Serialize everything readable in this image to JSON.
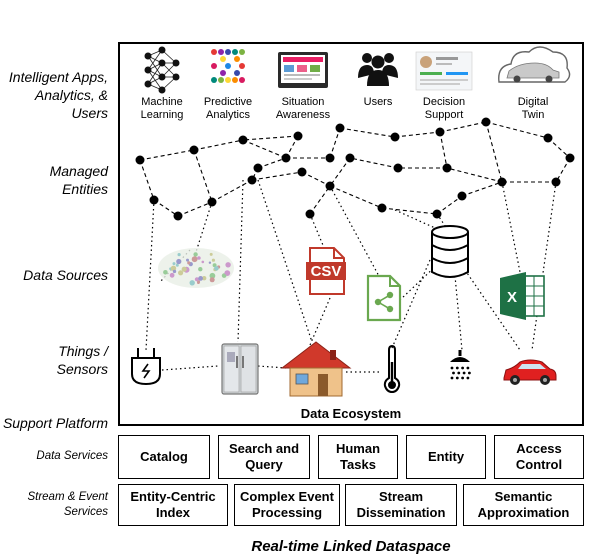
{
  "layers": {
    "apps": "Intelligent Apps, Analytics, & Users",
    "apps_line1": "Intelligent Apps,",
    "apps_line2": "Analytics, & Users",
    "entities_line1": "Managed",
    "entities_line2": "Entities",
    "sources": "Data Sources",
    "things_line1": "Things /",
    "things_line2": "Sensors",
    "support": "Support Platform",
    "data_services": "Data Services",
    "stream_line1": "Stream & Event",
    "stream_line2": "Services"
  },
  "apps": [
    {
      "line1": "Machine",
      "line2": "Learning",
      "icon": "neural-network-icon"
    },
    {
      "line1": "Predictive",
      "line2": "Analytics",
      "icon": "analytics-cube-icon"
    },
    {
      "line1": "Situation",
      "line2": "Awareness",
      "icon": "dashboard-icon"
    },
    {
      "line1": "Users",
      "line2": "",
      "icon": "users-icon"
    },
    {
      "line1": "Decision",
      "line2": "Support",
      "icon": "profile-card-icon"
    },
    {
      "line1": "Digital",
      "line2": "Twin",
      "icon": "car-cloud-icon"
    }
  ],
  "sources": {
    "csv_label": "CSV",
    "excel_label": "X"
  },
  "ecosystem_label": "Data Ecosystem",
  "data_services": [
    {
      "line1": "Catalog",
      "line2": ""
    },
    {
      "line1": "Search and",
      "line2": "Query"
    },
    {
      "line1": "Human",
      "line2": "Tasks"
    },
    {
      "line1": "Entity",
      "line2": ""
    },
    {
      "line1": "Access",
      "line2": "Control"
    }
  ],
  "stream_services": [
    {
      "line1": "Entity-Centric",
      "line2": "Index"
    },
    {
      "line1": "Complex Event",
      "line2": "Processing"
    },
    {
      "line1": "Stream",
      "line2": "Dissemination"
    },
    {
      "line1": "Semantic",
      "line2": "Approximation"
    }
  ],
  "caption": "Real-time Linked Dataspace",
  "colors": {
    "csv_red": "#c0392b",
    "share_green": "#6aa84f",
    "excel_green": "#1e7145",
    "car_red": "#e02020",
    "house_orange": "#d9862b"
  }
}
